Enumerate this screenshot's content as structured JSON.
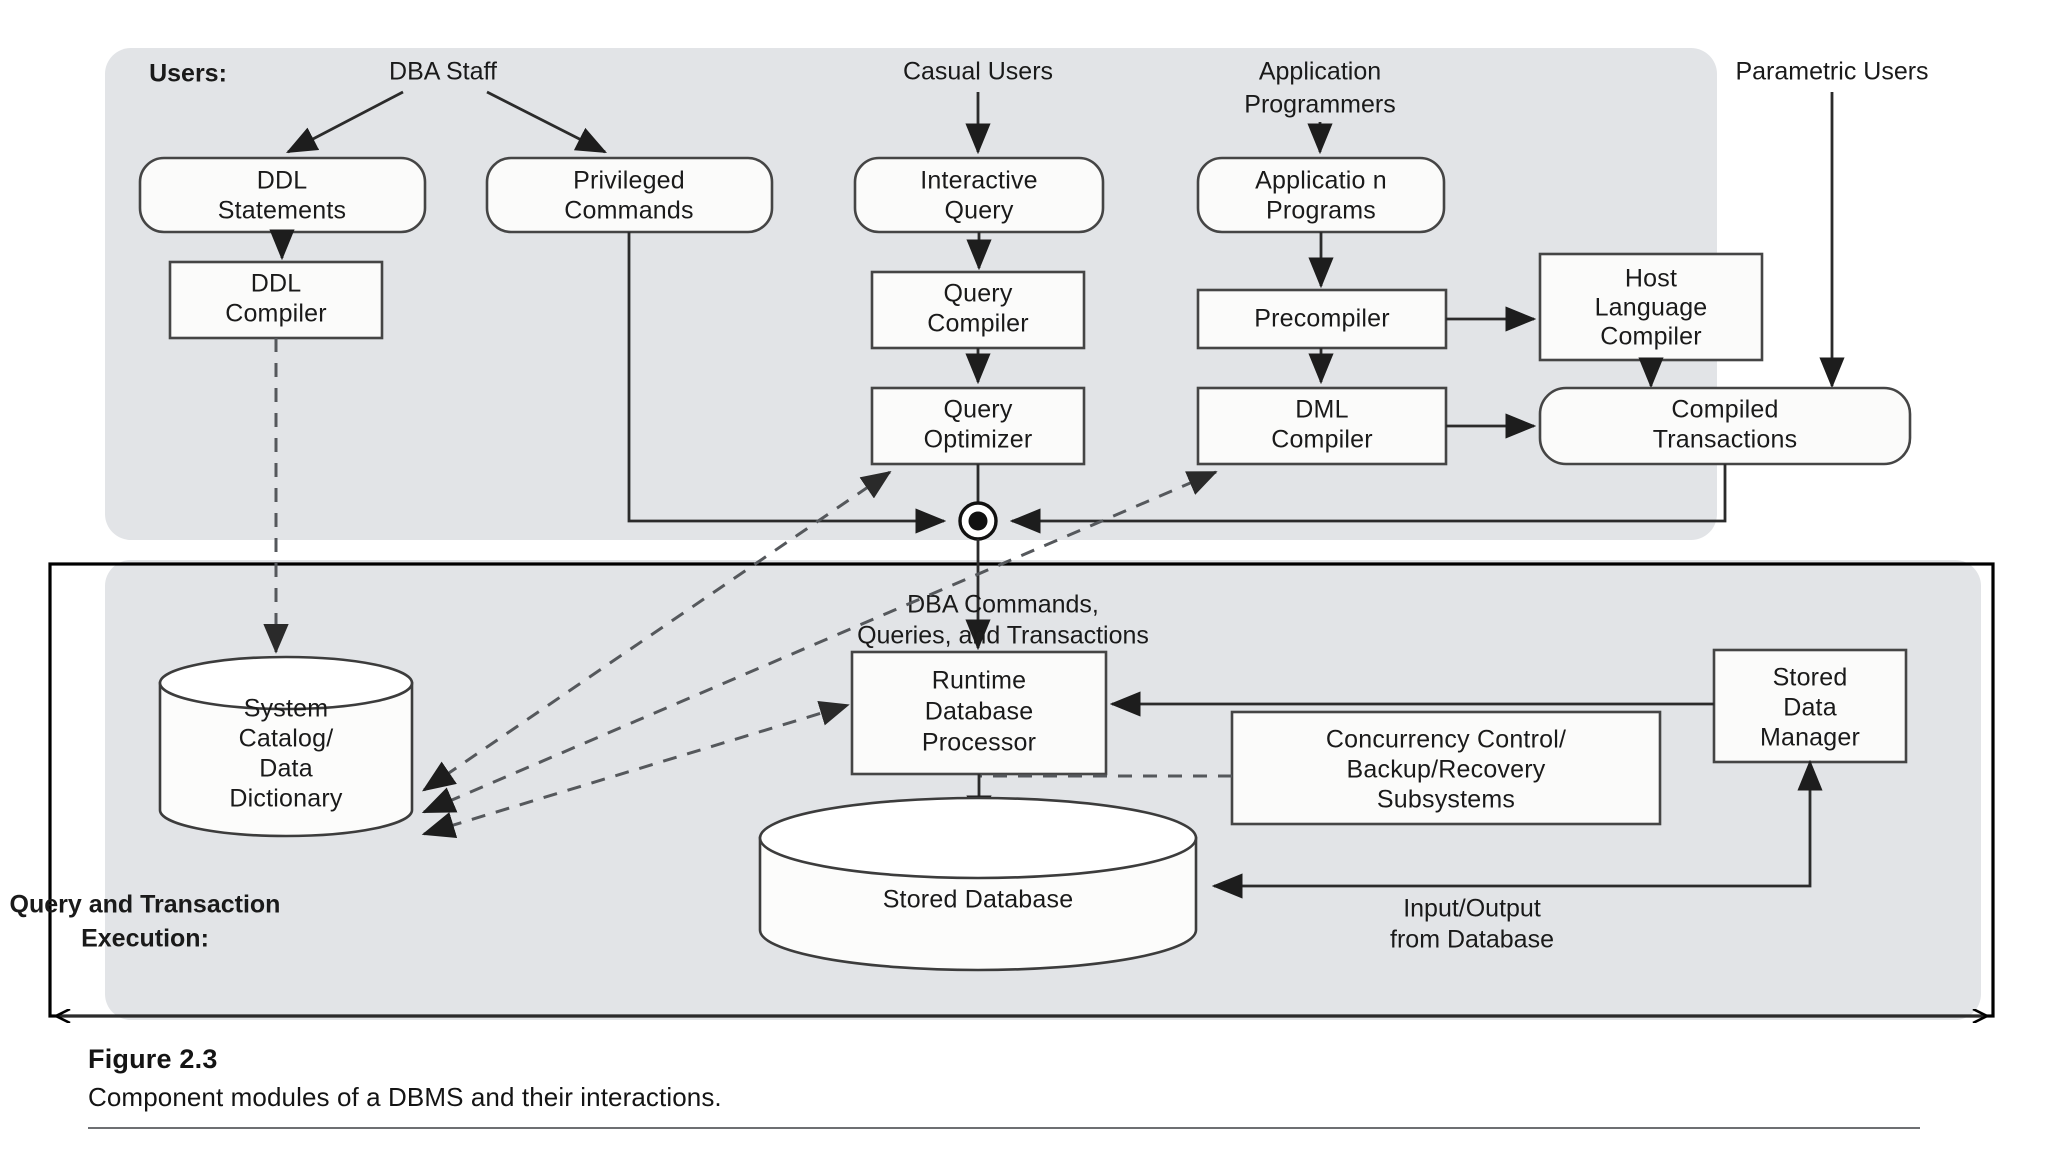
{
  "figure": {
    "title": "Figure 2.3",
    "subtitle": "Component modules of a DBMS and their interactions."
  },
  "sections": {
    "users_label": "Users:",
    "execution_label_line1": "Query and Transaction",
    "execution_label_line2": "Execution:"
  },
  "user_roles": [
    {
      "id": "dba-staff",
      "label": "DBA Staff"
    },
    {
      "id": "casual-users",
      "label": "Casual Users"
    },
    {
      "id": "application-programmers",
      "line1": "Application",
      "line2": "Programmers"
    },
    {
      "id": "parametric-users",
      "label": "Parametric Users"
    }
  ],
  "nodes": {
    "ddl_statements": {
      "line1": "DDL",
      "line2": "Statements"
    },
    "privileged_commands": {
      "line1": "Privileged",
      "line2": "Commands"
    },
    "interactive_query": {
      "line1": "Interactive",
      "line2": "Query"
    },
    "application_programs": {
      "line1": "Applicatio n",
      "line2": "Programs"
    },
    "ddl_compiler": {
      "line1": "DDL",
      "line2": "Compiler"
    },
    "query_compiler": {
      "line1": "Query",
      "line2": "Compiler"
    },
    "precompiler": {
      "line1": "Precompiler"
    },
    "host_language_compiler": {
      "line1": "Host",
      "line2": "Language",
      "line3": "Compiler"
    },
    "query_optimizer": {
      "line1": "Query",
      "line2": "Optimizer"
    },
    "dml_compiler": {
      "line1": "DML",
      "line2": "Compiler"
    },
    "compiled_transactions": {
      "line1": "Compiled",
      "line2": "Transactions"
    },
    "system_catalog": {
      "line1": "System",
      "line2": "Catalog/",
      "line3": "Data",
      "line4": "Dictionary"
    },
    "runtime_db_processor": {
      "line1": "Runtime",
      "line2": "Database",
      "line3": "Processor"
    },
    "concurrency_control": {
      "line1": "Concurrency Control/",
      "line2": "Backup/Recovery",
      "line3": "Subsystems"
    },
    "stored_data_manager": {
      "line1": "Stored",
      "line2": "Data",
      "line3": "Manager"
    },
    "stored_database": {
      "line1": "Stored Database"
    }
  },
  "edge_labels": {
    "dba_commands_line1": "DBA Commands,",
    "dba_commands_line2": "Queries, and Transactions",
    "io_line1": "Input/Output",
    "io_line2": "from Database"
  },
  "colors": {
    "panel_fill": "#e2e4e7",
    "node_fill": "#fbfbfa",
    "node_stroke": "#454545",
    "edge_stroke": "#2b2b2b",
    "dashed_stroke": "#55585c",
    "outer_border": "#000000",
    "text": "#1a1a1a",
    "page_background": "#ffffff"
  }
}
